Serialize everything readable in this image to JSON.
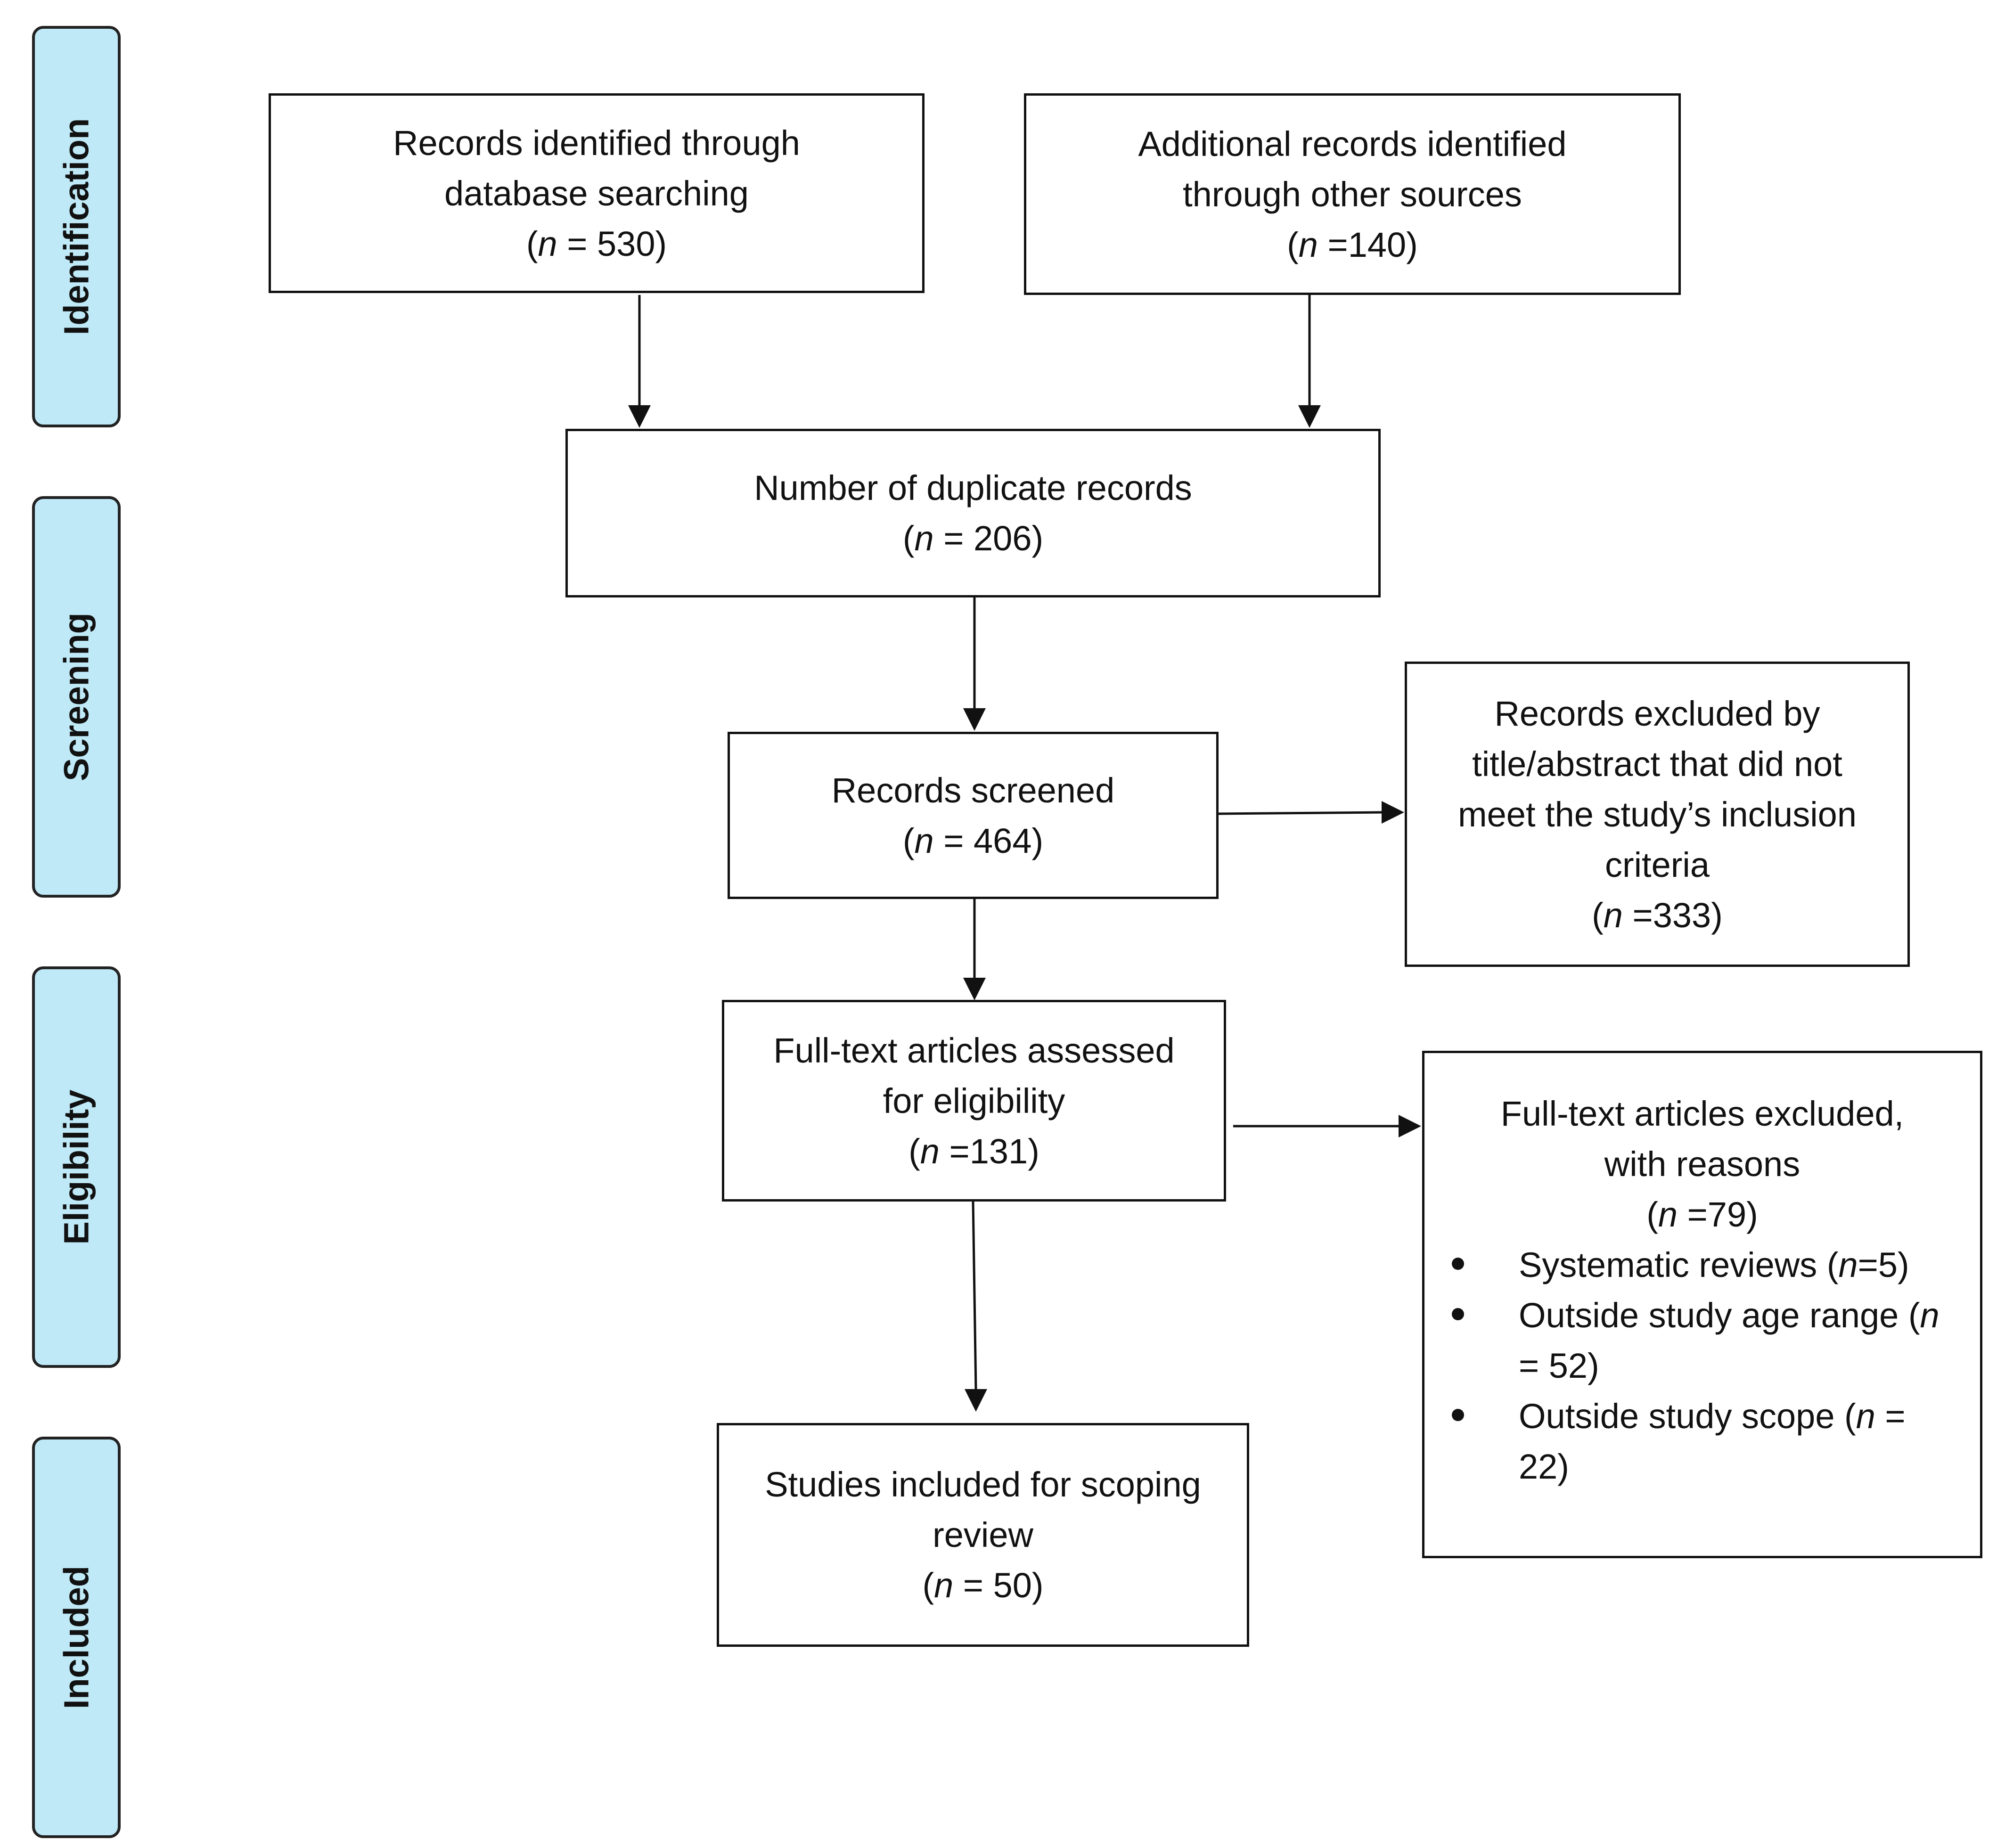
{
  "stages": [
    "Identification",
    "Screening",
    "Eligibility",
    "Included"
  ],
  "boxes": {
    "database": {
      "line1": "Records identified through",
      "line2": "database searching",
      "n_prefix": "n",
      "n_value": " = 530"
    },
    "other": {
      "line1": "Additional records identified",
      "line2": "through other sources",
      "n_prefix": "n",
      "n_value": " =140"
    },
    "duplicates": {
      "line1": "Number of duplicate records",
      "n_prefix": "n",
      "n_value": " = 206"
    },
    "screened": {
      "line1": "Records screened",
      "n_prefix": "n",
      "n_value": " = 464"
    },
    "excluded_title": {
      "line1": "Records excluded by",
      "line2": "title/abstract that did not",
      "line3": "meet the study’s inclusion",
      "line4": "criteria",
      "n_prefix": "n",
      "n_value": " =333"
    },
    "fulltext": {
      "line1": "Full-text articles assessed",
      "line2": "for eligibility",
      "n_prefix": "n",
      "n_value": " =131"
    },
    "fulltext_excluded": {
      "line1": "Full-text articles excluded,",
      "line2": "with reasons",
      "n_prefix": "n",
      "n_value": " =79",
      "reasons": [
        {
          "label": "Systematic reviews (",
          "n_prefix": "n",
          "n_value": "=5)"
        },
        {
          "label": "Outside study age range (",
          "n_prefix": "n",
          "n_value": " = 52)"
        },
        {
          "label": "Outside study scope (",
          "n_prefix": "n",
          "n_value": " = 22)"
        }
      ]
    },
    "included": {
      "line1": "Studies included for scoping",
      "line2": "review",
      "n_prefix": "n",
      "n_value": " = 50"
    }
  }
}
